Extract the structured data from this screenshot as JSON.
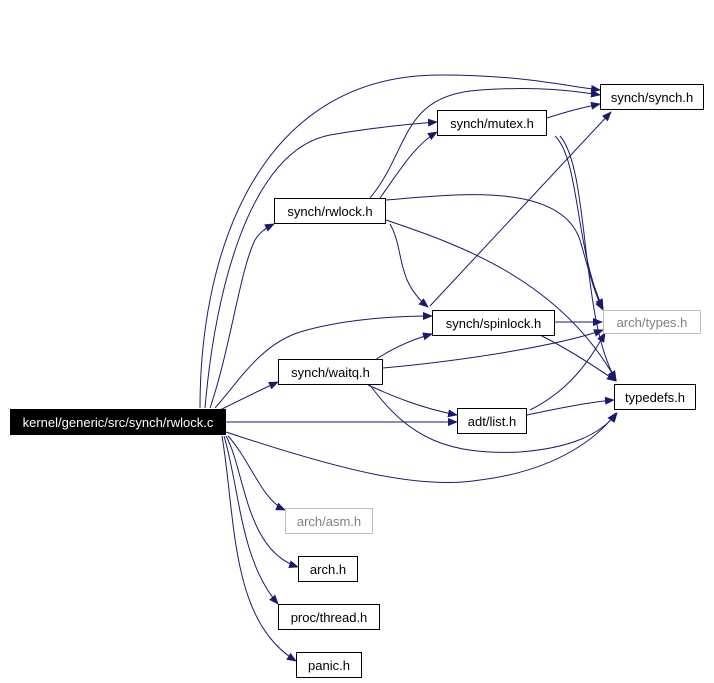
{
  "colors": {
    "edge": "#191970",
    "root_bg": "#000000",
    "root_text": "#ffffff",
    "ghost_border": "#bfbfbf",
    "ghost_text": "#808080"
  },
  "nodes": {
    "root": "kernel/generic/src/synch/rwlock.c",
    "synch_synch": "synch/synch.h",
    "synch_mutex": "synch/mutex.h",
    "synch_rwlock": "synch/rwlock.h",
    "synch_spinlock": "synch/spinlock.h",
    "arch_types": "arch/types.h",
    "synch_waitq": "synch/waitq.h",
    "typedefs": "typedefs.h",
    "adt_list": "adt/list.h",
    "arch_asm": "arch/asm.h",
    "arch": "arch.h",
    "proc_thread": "proc/thread.h",
    "panic": "panic.h"
  }
}
